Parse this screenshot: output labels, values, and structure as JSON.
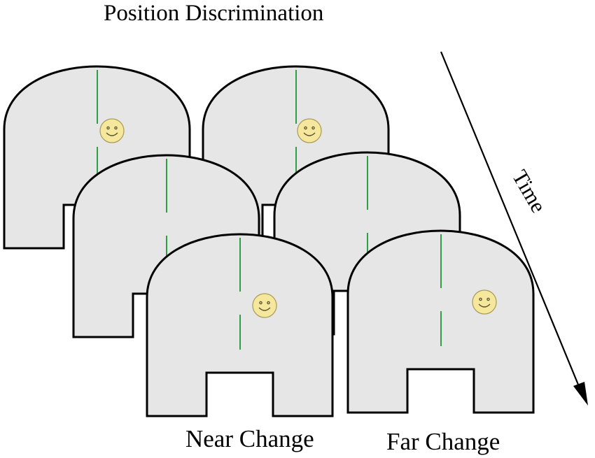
{
  "diagram": {
    "title": "Position Discrimination",
    "time_label": "Time",
    "near_label": "Near Change",
    "far_label": "Far Change",
    "panels": [
      {
        "column": "near",
        "step": 1,
        "has_reward": true
      },
      {
        "column": "far",
        "step": 1,
        "has_reward": true
      },
      {
        "column": "near",
        "step": 2,
        "has_reward": false
      },
      {
        "column": "far",
        "step": 2,
        "has_reward": false
      },
      {
        "column": "near",
        "step": 3,
        "has_reward": true
      },
      {
        "column": "far",
        "step": 3,
        "has_reward": true
      }
    ]
  },
  "colors": {
    "arena_fill": "#e6e6e6",
    "arena_outline": "#000000",
    "cue_line": "#2ea043",
    "reward_face": "#f5e79b",
    "arrow": "#000000"
  },
  "icons": {
    "reward": "smiley-face-icon",
    "time_arrow": "arrow-down-right-icon"
  }
}
